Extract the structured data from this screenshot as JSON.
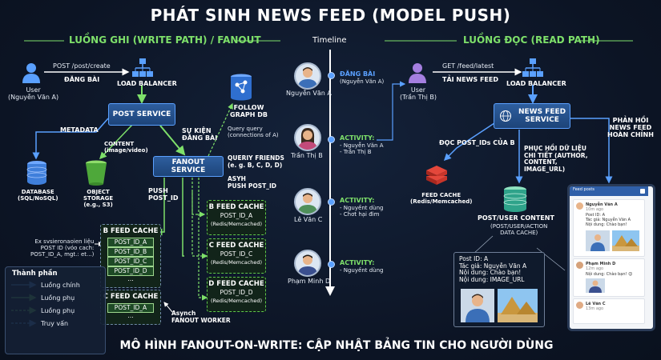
{
  "title": "PHÁT SINH NEWS FEED (MODEL PUSH)",
  "footer": "MÔ HÌNH FANOUT-ON-WRITE: CẬP NHẬT BẢNG TIN CHO NGƯỜI DÙNG",
  "write_path": {
    "header": "LUỒNG GHI (WRITE PATH) / FANOUT",
    "user_label": "User\n(Nguyễn Văn A)",
    "post_request": "POST /post/create",
    "post_action": "ĐĂNG BÀI",
    "load_balancer": "LOAD BALANCER",
    "post_service": "POST SERVICE",
    "metadata": "METADATA",
    "content": "CONTENT\n(image/video)",
    "database": "DATABASE\n(SQL/NoSQL)",
    "object_storage": "OBJECT\nSTORAGE\n(e.g., S3)",
    "event_label": "SỰ KIỆN\nĐĂNG BÀI",
    "follow_graph": "FOLLOW\nGRAPH DB",
    "query_connections": "Query query\n(connections of A)",
    "fanout_service": "FANOUT SERVICE",
    "query_friends": "QUERIY FRIENDS\n(e. g. B, C, D, D)",
    "async_push": "ASYH\nPUSH POST_ID",
    "push_post": "PUSH\nPOST_ID",
    "ex_note": "Ex svsieronaoien liệu\nPOST ID (vóo cach:\nPOST_ID_A, mgt.: et...)",
    "async_worker": "Asynch\nFANOUT WORKER",
    "b_cache": {
      "title": "B FEED CACHE",
      "items": [
        "POST_ID_A",
        "POST_ID_B",
        "POST_ID_C",
        "POST_ID_D"
      ],
      "more": "..."
    },
    "c_cache_left": {
      "title": "C FEED CACHE",
      "items": [
        "POST_ID_A"
      ],
      "more": "..."
    },
    "b_cache_small": {
      "title": "B FEED CACHE",
      "item": "POST_ID_A",
      "sub": "(Redis/Memcached)"
    },
    "c_cache_small": {
      "title": "C FEED CACHE",
      "item": "POST_ID_C",
      "sub": "(Redis/Memcached)"
    },
    "d_cache_small": {
      "title": "D FEED CACHE",
      "item": "POST_ID_D",
      "sub": "(Redis/Memcached)"
    }
  },
  "legend": {
    "title": "Thành phần",
    "items": [
      {
        "label": "Luồng chính",
        "color": "#5aa0ff",
        "style": "solid"
      },
      {
        "label": "Luồng phụ",
        "color": "#7ee06a",
        "style": "solid"
      },
      {
        "label": "Luồng phụ",
        "color": "#7ee06a",
        "style": "dashed"
      },
      {
        "label": "Truy vấn",
        "color": "#5aa0ff",
        "style": "dashed"
      }
    ]
  },
  "timeline": {
    "header": "Timeline",
    "entries": [
      {
        "name": "Nguyễn Văn A",
        "event": "ĐĂNG BÀI",
        "detail": "(Nguyễn Văn A)"
      },
      {
        "name": "Trần Thị B",
        "event": "ACTIVITY:",
        "detail": "- Nguyễn Văn A\n- Trần Thị B"
      },
      {
        "name": "Lê Văn C",
        "event": "ACTIVITY:",
        "detail": "- Nguyềnt dùng\n- Chơt hại đim"
      },
      {
        "name": "Phạm Minh D",
        "event": "ACTIVITY:",
        "detail": "- Nguyềnt dùng"
      }
    ]
  },
  "read_path": {
    "header": "LUỒNG ĐỌC (READ PATH)",
    "user_label": "User\n(Trần Thị B)",
    "get_request": "GET /feed/latest",
    "get_action": "TẢI NEWS FEED",
    "load_balancer": "LOAD BALANCER",
    "news_feed_service": "NEWS FEED\nSERVICE",
    "read_post_ids": "ĐỌC POST_IDs CỦA B",
    "feed_cache": "FEED CACHE\n(Redis/Memcached)",
    "hydrate": "PHỤC HỒI DỮ LIỆU\nCHI TIẾT (AUTHOR,\nCONTENT,\nIMAGE_URL)",
    "post_user_content": "POST/USER CONTENT",
    "post_user_sub": "(POST/USER/ACTION\nDATA CACHE)",
    "response": "PHẢN HỒI\nNEWS FEED\nHOÀN CHỈNH",
    "detail_card": "Post ID: A\nTác giả: Nguyễn Văn A\nNội dung: Chào bạn!\nNội dung: IMAGE_URL"
  },
  "phone": {
    "header": "Feed posts",
    "posts": [
      {
        "author": "Nguyễn Văn A",
        "time": "10m ago",
        "lines": "Post ID: A\nTác giả: Nguyễn Văn A\nNội dung: Chào bạn!"
      },
      {
        "author": "Phạm Minh D",
        "time": "12m ago",
        "lines": "Nội dung: Chào bạn! 😊"
      },
      {
        "author": "Lê Văn C",
        "time": "13m ago",
        "lines": ""
      }
    ]
  },
  "colors": {
    "primary": "#5aa0ff",
    "secondary": "#7ee06a",
    "box": "#1d4479",
    "background": "#0d1626"
  }
}
